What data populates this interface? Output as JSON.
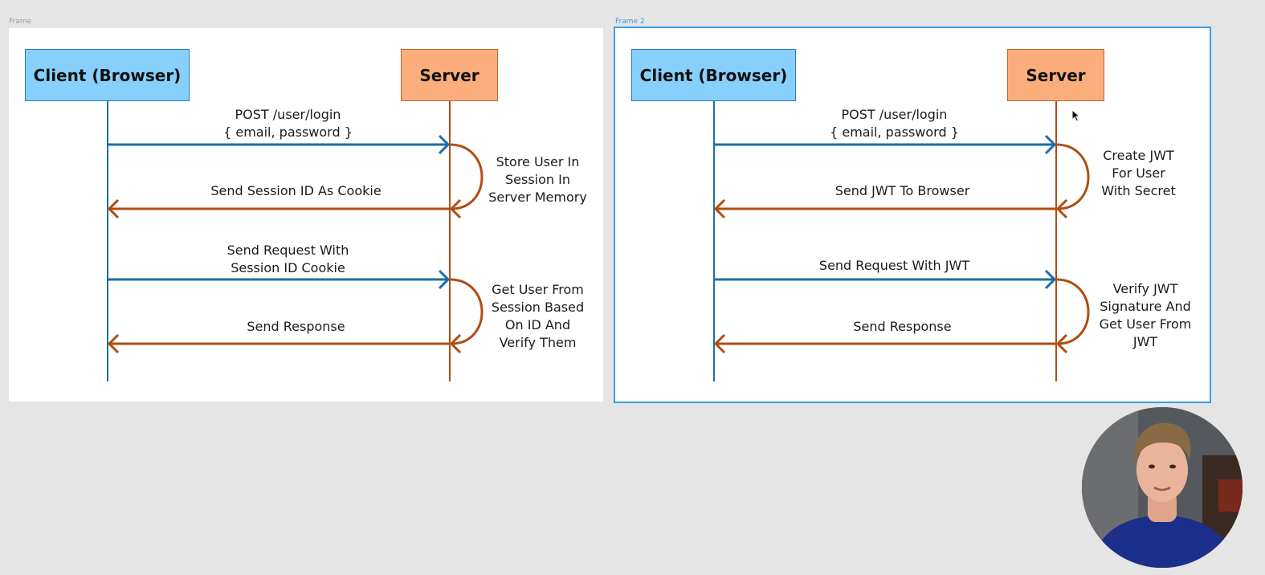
{
  "colors": {
    "canvas_bg": "#e5e5e5",
    "client_fill": "#87d0fb",
    "server_fill": "#fbae7c",
    "request_arrow": "#1a6fa8",
    "response_arrow": "#b04d12",
    "selection": "#3aa0e6"
  },
  "frames": [
    {
      "label": "Frame",
      "client_label": "Client (Browser)",
      "server_label": "Server",
      "request1": "POST  /user/login\n{ email, password }",
      "response1": "Send Session ID As Cookie",
      "server_step1": "Store User In\nSession In\nServer Memory",
      "request2": "Send Request With\nSession ID Cookie",
      "response2": "Send Response",
      "server_step2": "Get User From\nSession Based\nOn ID And\nVerify Them"
    },
    {
      "label": "Frame 2",
      "client_label": "Client (Browser)",
      "server_label": "Server",
      "request1": "POST  /user/login\n{ email, password }",
      "response1": "Send JWT To Browser",
      "server_step1": "Create JWT\nFor User\nWith Secret",
      "request2": "Send Request With JWT",
      "response2": "Send Response",
      "server_step2": "Verify JWT\nSignature And\nGet User From\nJWT"
    }
  ],
  "icons": {
    "cursor": "mouse-pointer-icon",
    "webcam": "presenter-webcam-icon"
  }
}
